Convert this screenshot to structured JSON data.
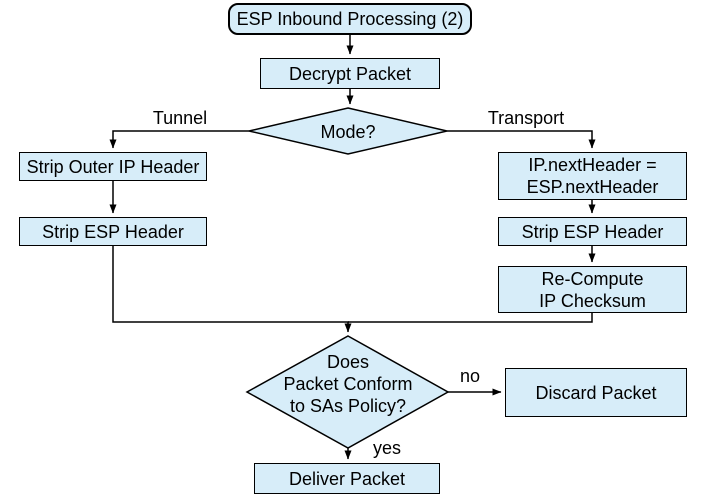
{
  "colors": {
    "node_fill": "#d7edf9",
    "line": "#000000",
    "background": "#ffffff"
  },
  "nodes": {
    "title": "ESP Inbound Processing (2)",
    "decrypt": "Decrypt Packet",
    "mode": "Mode?",
    "strip_outer_ip": "Strip Outer IP Header",
    "strip_esp_left": "Strip ESP Header",
    "set_next_header": "IP.nextHeader =\nESP.nextHeader",
    "strip_esp_right": "Strip ESP Header",
    "recompute_checksum": "Re-Compute\nIP Checksum",
    "policy_check": "Does\nPacket Conform\nto SAs Policy?",
    "discard": "Discard Packet",
    "deliver": "Deliver Packet"
  },
  "edge_labels": {
    "tunnel": "Tunnel",
    "transport": "Transport",
    "no": "no",
    "yes": "yes"
  }
}
